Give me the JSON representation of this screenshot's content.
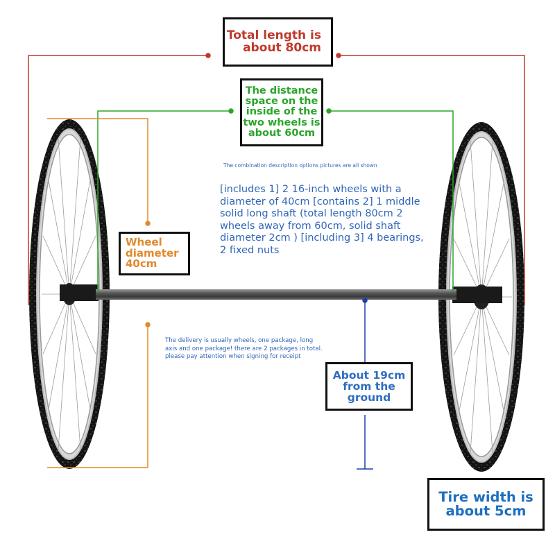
{
  "labels": {
    "total_length": "Total length is about 80cm",
    "wheel_distance": "The distance space on the inside of the two wheels is about 60cm",
    "wheel_diameter": "Wheel diameter 40cm",
    "ground_clearance": "About 19cm from the ground",
    "tire_width": "Tire width is about 5cm"
  },
  "description": {
    "combination_note": "The combination description options pictures are all shown",
    "includes": "[includes 1] 2 16-inch wheels with a diameter of 40cm [contains 2] 1 middle solid long shaft (total length 80cm 2 wheels away from 60cm, solid shaft diameter 2cm ) [including 3] 4 bearings, 2 fixed nuts",
    "delivery": "The delivery is usually wheels, one package, long axis and one package! there are 2 packages in total. please pay attention when signing for receipt"
  },
  "colors": {
    "total": "#c0392b",
    "distance": "#2aa52a",
    "diameter": "#e08a2c",
    "ground": "#2f6dbf",
    "tire_label": "#1f6fc0"
  }
}
